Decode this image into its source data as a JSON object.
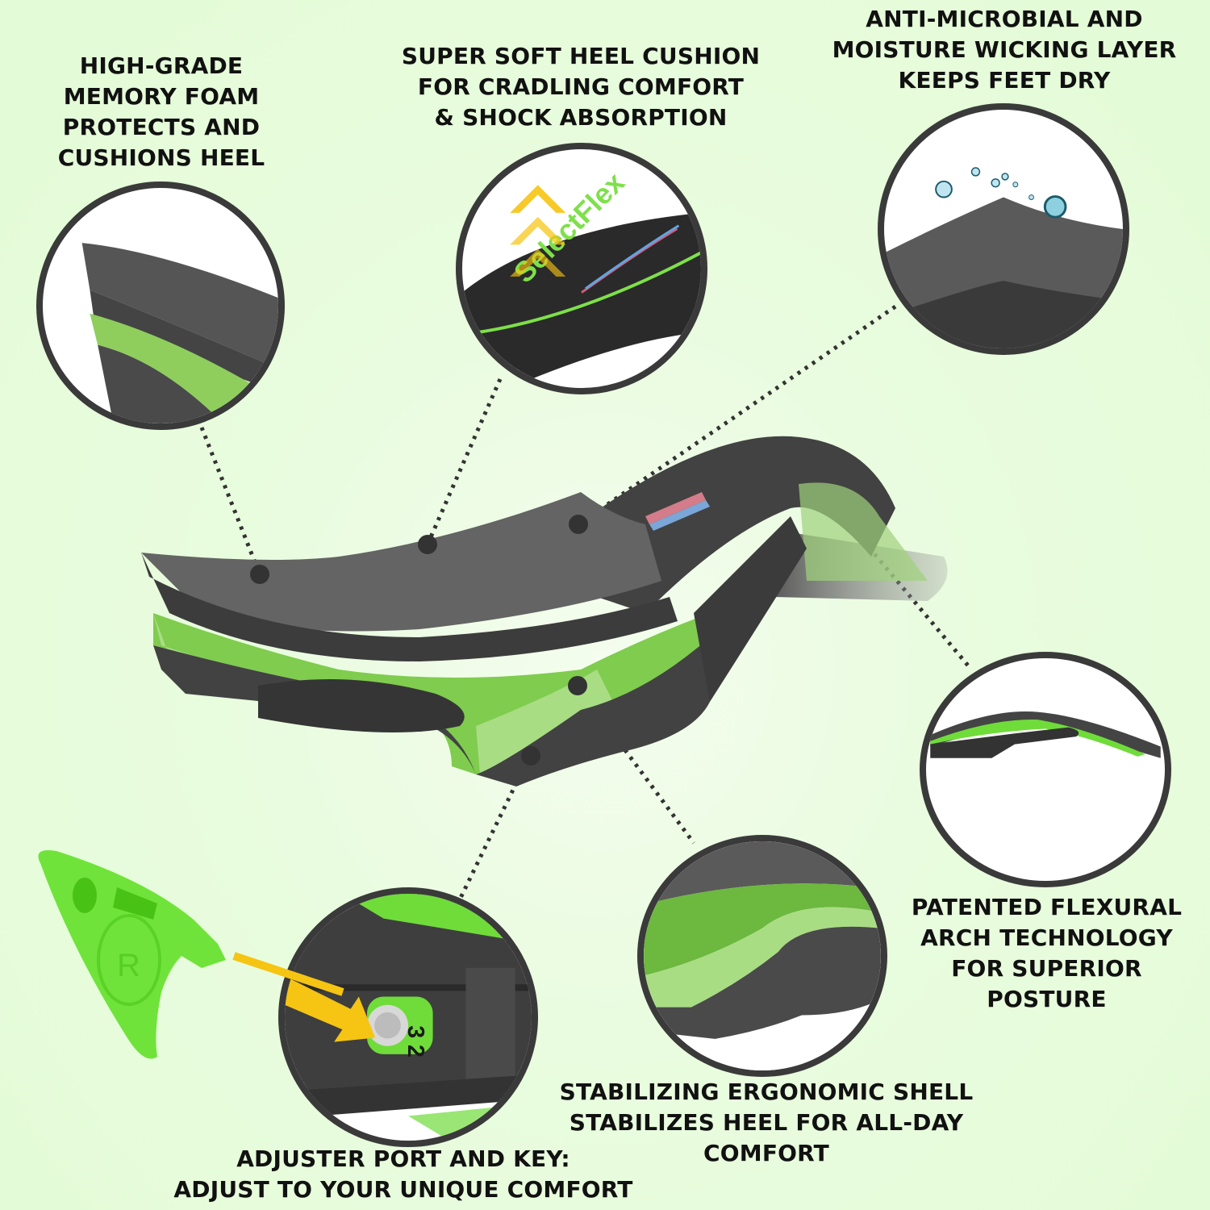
{
  "colors": {
    "background": "#e6fcda",
    "foam_dark": "#3f3f3f",
    "foam_mid": "#5e5e5e",
    "shell_green": "#7fcc4e",
    "shell_light_green": "#a9dd84",
    "key_green": "#6fe33a",
    "arrow_yellow": "#f6c412",
    "circle_border": "#3a3a3a"
  },
  "callouts": [
    {
      "id": "memory-foam",
      "lines": [
        "HIGH-GRADE",
        "MEMORY FOAM",
        "PROTECTS AND",
        "CUSHIONS HEEL"
      ]
    },
    {
      "id": "heel-cushion",
      "lines": [
        "SUPER SOFT HEEL CUSHION",
        "FOR CRADLING COMFORT",
        "& SHOCK ABSORPTION"
      ]
    },
    {
      "id": "anti-microbial",
      "lines": [
        "ANTI-MICROBIAL AND",
        "MOISTURE WICKING LAYER",
        "KEEPS FEET DRY"
      ]
    },
    {
      "id": "flexural-arch",
      "lines": [
        "PATENTED FLEXURAL",
        "ARCH TECHNOLOGY",
        "FOR SUPERIOR",
        "POSTURE"
      ]
    },
    {
      "id": "ergonomic-shell",
      "lines": [
        "STABILIZING ERGONOMIC SHELL",
        "STABILIZES HEEL FOR ALL-DAY",
        "COMFORT"
      ]
    },
    {
      "id": "adjuster-port",
      "lines": [
        "ADJUSTER PORT AND KEY:",
        "ADJUST TO YOUR UNIQUE COMFORT"
      ]
    }
  ],
  "brand_text": "SelectFlex",
  "adjuster_numbers": "3 2",
  "key_logo": "R"
}
